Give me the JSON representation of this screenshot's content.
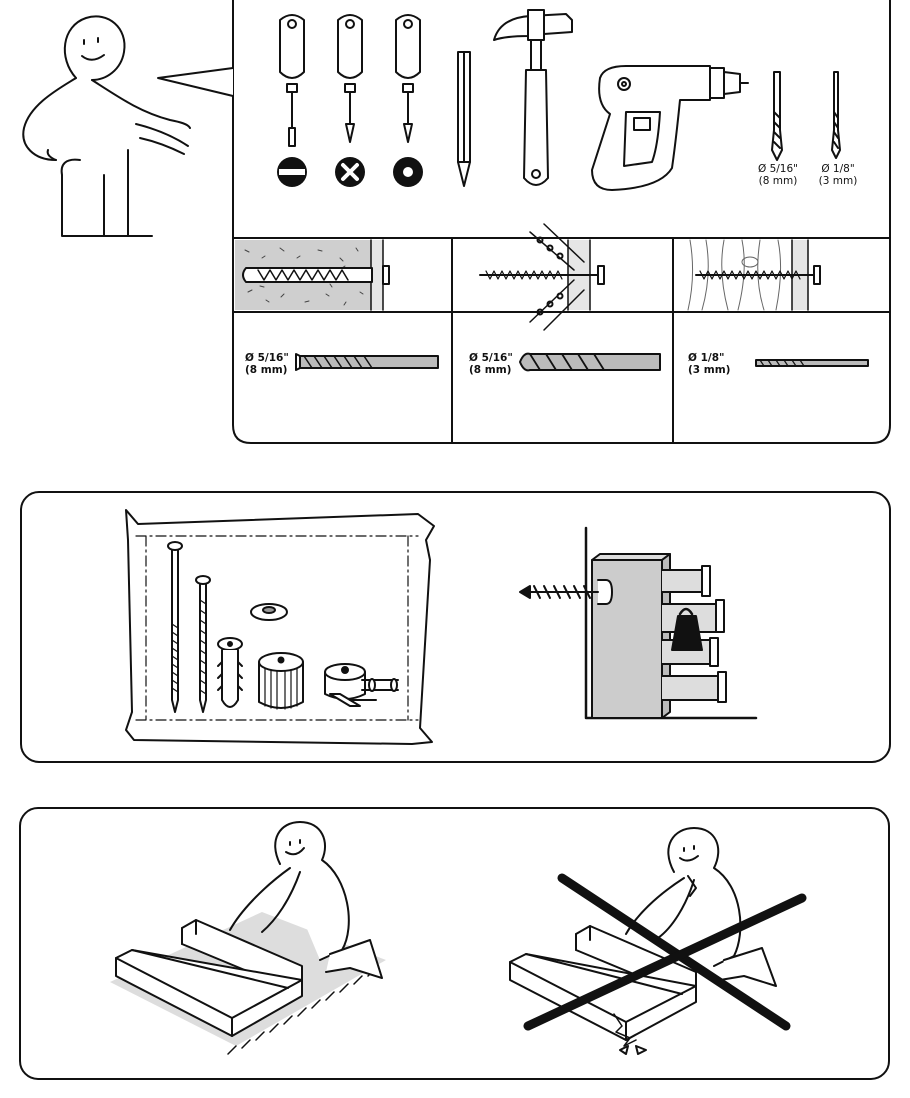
{
  "tools": {
    "bit_8mm": {
      "size": "Ø 5/16\"",
      "metric": "(8 mm)"
    },
    "bit_3mm": {
      "size": "Ø 1/8\"",
      "metric": "(3 mm)"
    }
  },
  "drill_bits": [
    {
      "size": "Ø 5/16\"",
      "metric": "(8 mm)"
    },
    {
      "size": "Ø 5/16\"",
      "metric": "(8 mm)"
    },
    {
      "size": "Ø 1/8\"",
      "metric": "(3 mm)"
    }
  ]
}
